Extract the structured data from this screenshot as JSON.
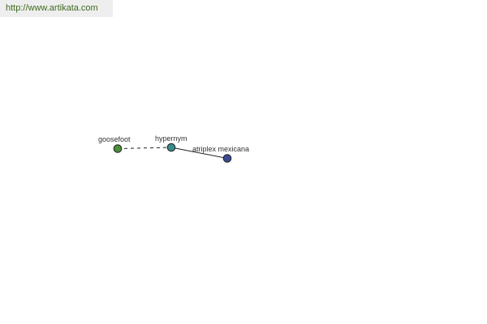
{
  "source_url": "http://www.artikata.com",
  "graph": {
    "nodes": [
      {
        "id": "goosefoot",
        "label": "goosefoot",
        "color": "#4c8f3c"
      },
      {
        "id": "hypernym",
        "label": "hypernym",
        "color": "#3a8c88"
      },
      {
        "id": "atriplex",
        "label": "atriplex mexicana",
        "color": "#3b4a90"
      }
    ],
    "edges": [
      {
        "from": "goosefoot",
        "to": "hypernym",
        "style": "dashed"
      },
      {
        "from": "hypernym",
        "to": "atriplex",
        "style": "solid"
      }
    ]
  }
}
